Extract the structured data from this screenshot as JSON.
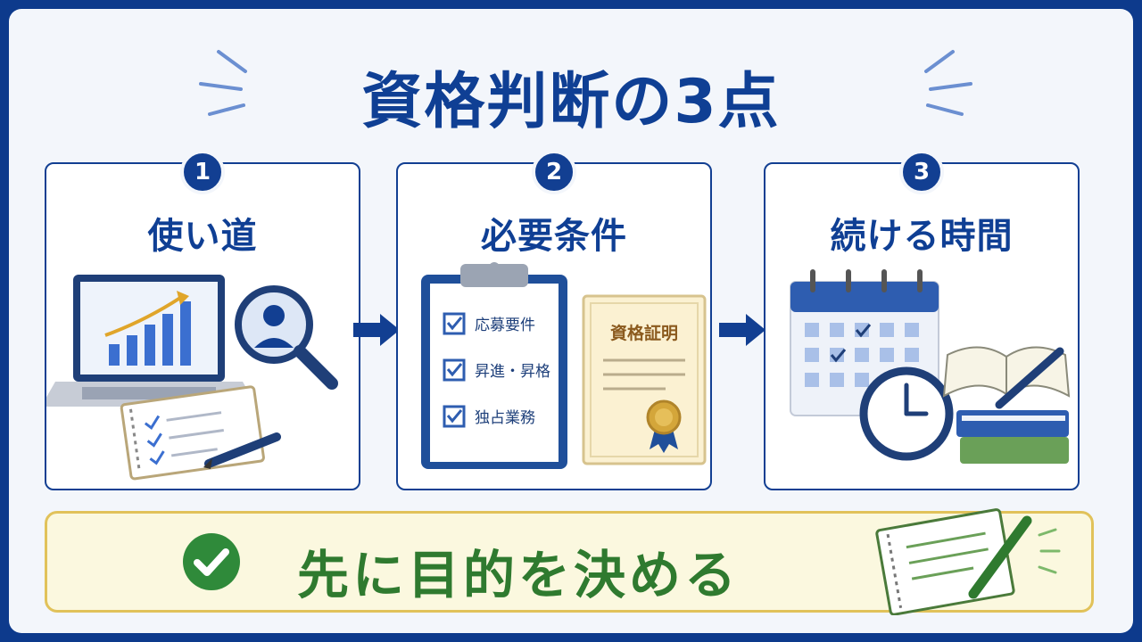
{
  "title": "資格判断の3点",
  "steps": [
    {
      "number": "1",
      "title": "使い道"
    },
    {
      "number": "2",
      "title": "必要条件",
      "checklist": [
        "応募要件",
        "昇進・昇格",
        "独占業務"
      ],
      "certificate_label": "資格証明"
    },
    {
      "number": "3",
      "title": "続ける時間"
    }
  ],
  "conclusion": "先に目的を決める",
  "colors": {
    "primary": "#123f92",
    "accent_green": "#2f7a2f",
    "accent_gold": "#e1c25a",
    "background": "#f3f6fb"
  }
}
